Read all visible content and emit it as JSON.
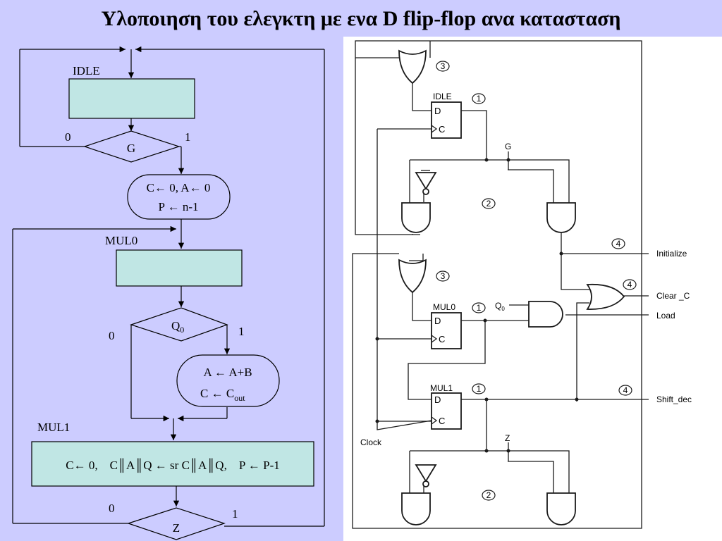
{
  "title": "Υλοποιηση του ελεγκτη με ενα D flip-flop ανα κατασταση",
  "flowchart": {
    "state_idle": "IDLE",
    "decision_g": "G",
    "g_zero": "0",
    "g_one": "1",
    "init_line1": "C← 0, A← 0",
    "init_line2": "P ← n-1",
    "state_mul0": "MUL0",
    "decision_q0_base": "Q",
    "decision_q0_sub": "0",
    "q0_zero": "0",
    "q0_one": "1",
    "add_line1": "A ← A+B",
    "add_line2_base": "C ← C",
    "add_line2_sub": "out",
    "state_mul1": "MUL1",
    "mul1_action": "C← 0,    C║A║Q ← sr C║A║Q,    P ← P-1",
    "z_zero": "0",
    "z_one": "1",
    "decision_z": "Z"
  },
  "schematic": {
    "ff_idle": "IDLE",
    "ff_mul0": "MUL0",
    "ff_mul1": "MUL1",
    "ff_d": "D",
    "ff_c": "C",
    "sig_g": "G",
    "sig_z": "Z",
    "sig_q0_base": "Q",
    "sig_q0_sub": "0",
    "sig_clock": "Clock",
    "out_initialize": "Initialize",
    "out_clear_c": "Clear _C",
    "out_load": "Load",
    "out_shift_dec": "Shift_dec",
    "circle_1": "1",
    "circle_2": "2",
    "circle_3": "3",
    "circle_4": "4"
  }
}
